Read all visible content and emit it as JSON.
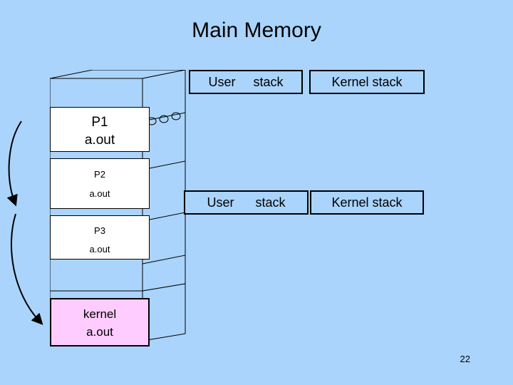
{
  "slide": {
    "title": "Main Memory",
    "page_number": "22",
    "background_color": "#aad4fb"
  },
  "memory_block": {
    "label": "main-memory-3d-block",
    "fill_color": "#aad4fb",
    "outline_color": "#000000",
    "processes": [
      {
        "id": "p1",
        "line1": "P1",
        "line2": "a.out",
        "fill": "#ffffff"
      },
      {
        "id": "p2",
        "line1": "P2",
        "line2": "a.out",
        "fill": "#ffffff"
      },
      {
        "id": "p3",
        "line1": "P3",
        "line2": "a.out",
        "fill": "#ffffff"
      },
      {
        "id": "kernel",
        "line1": "kernel",
        "line2": "a.out",
        "fill": "#ffccff"
      }
    ]
  },
  "stack_rows": [
    {
      "id": "row1",
      "user_label": "User     stack",
      "kernel_label": "Kernel stack"
    },
    {
      "id": "row2",
      "user_label": "User      stack",
      "kernel_label": "Kernel stack"
    }
  ],
  "arrows": [
    {
      "name": "p1-to-p3-curve",
      "color": "#000000"
    },
    {
      "name": "p3-to-kernel-curve",
      "color": "#000000"
    }
  ]
}
